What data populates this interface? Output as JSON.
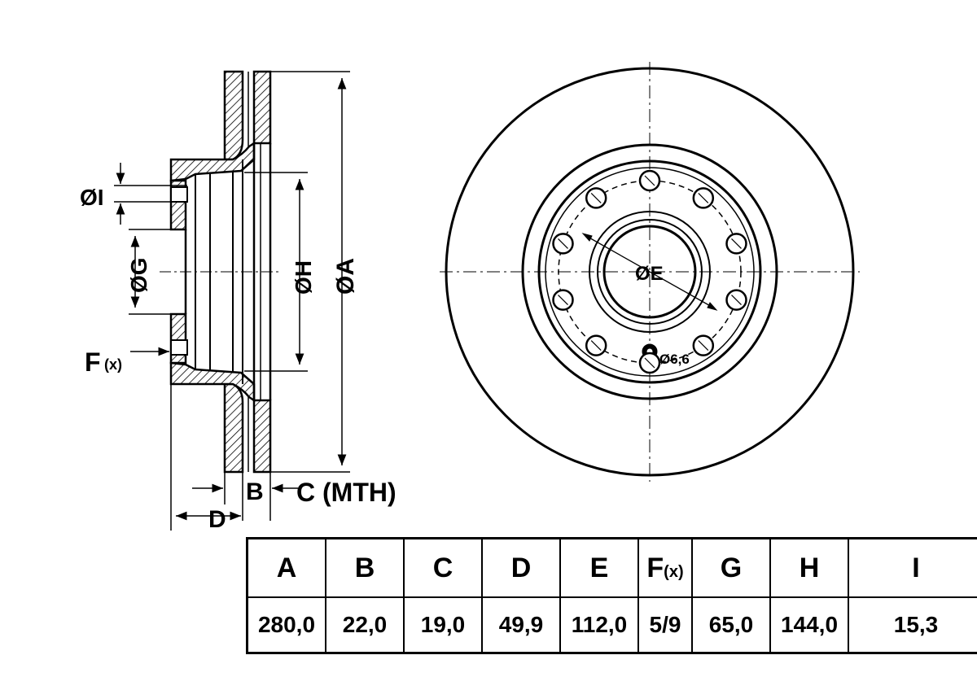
{
  "labels": {
    "dia_I": "ØI",
    "dia_G": "ØG",
    "dia_H": "ØH",
    "dia_A": "ØA",
    "F": "F",
    "F_sub": "(x)",
    "B": "B",
    "C_mth": "C (MTH)",
    "D": "D",
    "dia_E": "ØE",
    "hole": "Ø6,6"
  },
  "table": {
    "headers": [
      {
        "main": "A",
        "sub": ""
      },
      {
        "main": "B",
        "sub": ""
      },
      {
        "main": "C",
        "sub": ""
      },
      {
        "main": "D",
        "sub": ""
      },
      {
        "main": "E",
        "sub": ""
      },
      {
        "main": "F",
        "sub": "(x)"
      },
      {
        "main": "G",
        "sub": ""
      },
      {
        "main": "H",
        "sub": ""
      },
      {
        "main": "I",
        "sub": ""
      }
    ],
    "values": [
      "280,0",
      "22,0",
      "19,0",
      "49,9",
      "112,0",
      "5/9",
      "65,0",
      "144,0",
      "15,3"
    ]
  }
}
